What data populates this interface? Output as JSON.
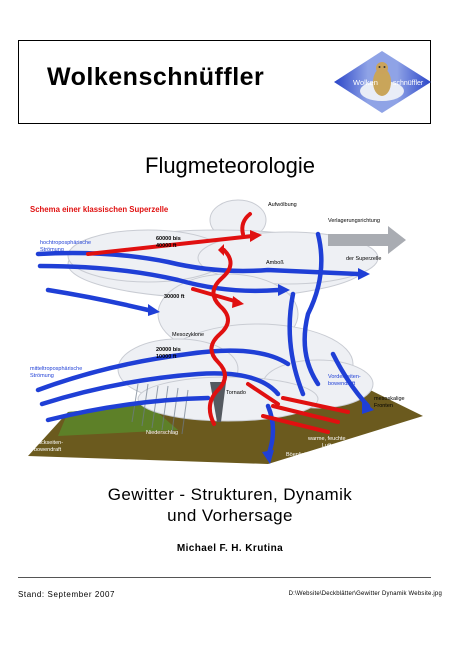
{
  "header": {
    "brand_title": "Wolkenschnüffler",
    "logo_left": "Wolken",
    "logo_right": "schnüffler"
  },
  "document": {
    "title": "Flugmeteorologie",
    "subtitle_line1": "Gewitter - Strukturen, Dynamik",
    "subtitle_line2": "und Vorhersage",
    "author": "Michael F. H. Krutina"
  },
  "diagram": {
    "heading": "Schema einer klassischen Superzelle",
    "labels": {
      "aufwoelbung": "Aufwölbung",
      "verlagerung1": "Verlagerungsrichtung",
      "verlagerung2": "der Superzelle",
      "hoch1": "hochtroposphärische",
      "hoch2": "Strömung",
      "ft1a": "60000 bis",
      "ft1b": "40000 ft",
      "amboss": "Amboß",
      "ft2": "30000 ft",
      "meso": "Mesozyklone",
      "ft3a": "20000 bis",
      "ft3b": "10000 ft",
      "mittel1": "mitteltroposphärische",
      "mittel2": "Strömung",
      "vorder1": "Vorderseiten-",
      "vorder2": "bowendraft",
      "mesoskal1": "mesoskalige",
      "mesoskal2": "Fronten",
      "tornado": "Tornado",
      "niederschlag": "Niederschlag",
      "warm1": "warme, feuchte",
      "warm2": "Luft",
      "boen": "Böenlinie",
      "rueck1": "Rückseiten-",
      "rueck2": "bowendraft"
    }
  },
  "footer": {
    "stand": "Stand: September 2007",
    "path": "D:\\Website\\Deckblätter\\Gewitter Dynamik Website.jpg"
  },
  "colors": {
    "arrow_blue": "#1f3fd6",
    "arrow_red": "#e01010",
    "ground": "#6b5a1e",
    "label_blue": "#1f3fd6"
  }
}
